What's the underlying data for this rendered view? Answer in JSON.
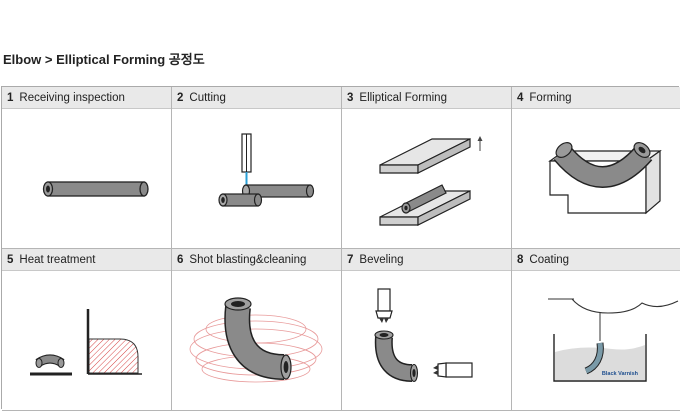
{
  "title": "Elbow > Elliptical Forming 공정도",
  "steps": [
    {
      "number": "1",
      "label": "Receiving inspection",
      "icon": "pipe-icon"
    },
    {
      "number": "2",
      "label": "Cutting",
      "icon": "cutting-laser-icon"
    },
    {
      "number": "3",
      "label": "Elliptical Forming",
      "icon": "press-plates-icon"
    },
    {
      "number": "4",
      "label": "Forming",
      "icon": "forming-die-icon"
    },
    {
      "number": "5",
      "label": "Heat treatment",
      "icon": "furnace-icon"
    },
    {
      "number": "6",
      "label": "Shot blasting&cleaning",
      "icon": "blasted-elbow-icon"
    },
    {
      "number": "7",
      "label": "Beveling",
      "icon": "beveling-tool-icon"
    },
    {
      "number": "8",
      "label": "Coating",
      "icon": "coating-bath-icon"
    }
  ],
  "coating_label": "Black Varnish"
}
